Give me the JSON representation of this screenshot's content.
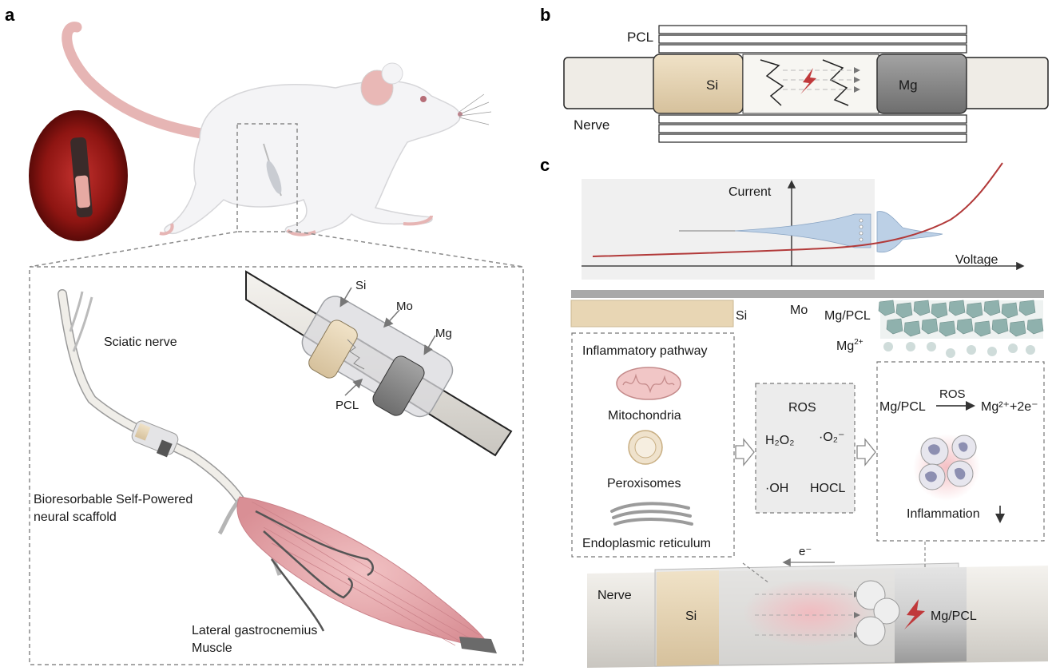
{
  "panels": {
    "a": "a",
    "b": "b",
    "c": "c"
  },
  "panel_a": {
    "sciatic_nerve": "Sciatic nerve",
    "si": "Si",
    "mo": "Mo",
    "mg": "Mg",
    "pcl": "PCL",
    "scaffold_line1": "Bioresorbable Self-Powered",
    "scaffold_line2": "neural scaffold",
    "muscle_line1": "Lateral gastrocnemius",
    "muscle_line2": "Muscle"
  },
  "panel_b": {
    "pcl": "PCL",
    "si": "Si",
    "mg": "Mg",
    "nerve": "Nerve"
  },
  "panel_c": {
    "current": "Current",
    "voltage": "Voltage",
    "si": "Si",
    "mo": "Mo",
    "mg_pcl": "Mg/PCL",
    "mg2_base": "Mg",
    "mg2_sup": "2+",
    "pathway": {
      "title": "Inflammatory pathway",
      "items": [
        "Mitochondria",
        "Peroxisomes",
        "Endoplasmic reticulum"
      ]
    },
    "ros": {
      "title": "ROS",
      "h2o2": "H₂O₂",
      "o2": "·O₂⁻",
      "oh": "·OH",
      "hocl": "HOCL"
    },
    "reaction": {
      "left": "Mg/PCL",
      "over_arrow": "ROS",
      "right": "Mg²⁺+2e⁻"
    },
    "inflammation": "Inflammation",
    "electron": "e⁻",
    "bottom": {
      "nerve": "Nerve",
      "si": "Si",
      "mg_pcl": "Mg/PCL"
    }
  },
  "colors": {
    "si": "#e8d6b4",
    "mg": "#8c8c8c",
    "nerve": "#efece6",
    "muscle": "#e9a9ae",
    "curve": "#b23a3a",
    "tile": "#8fb1ad",
    "bolt": "#c0393b"
  }
}
